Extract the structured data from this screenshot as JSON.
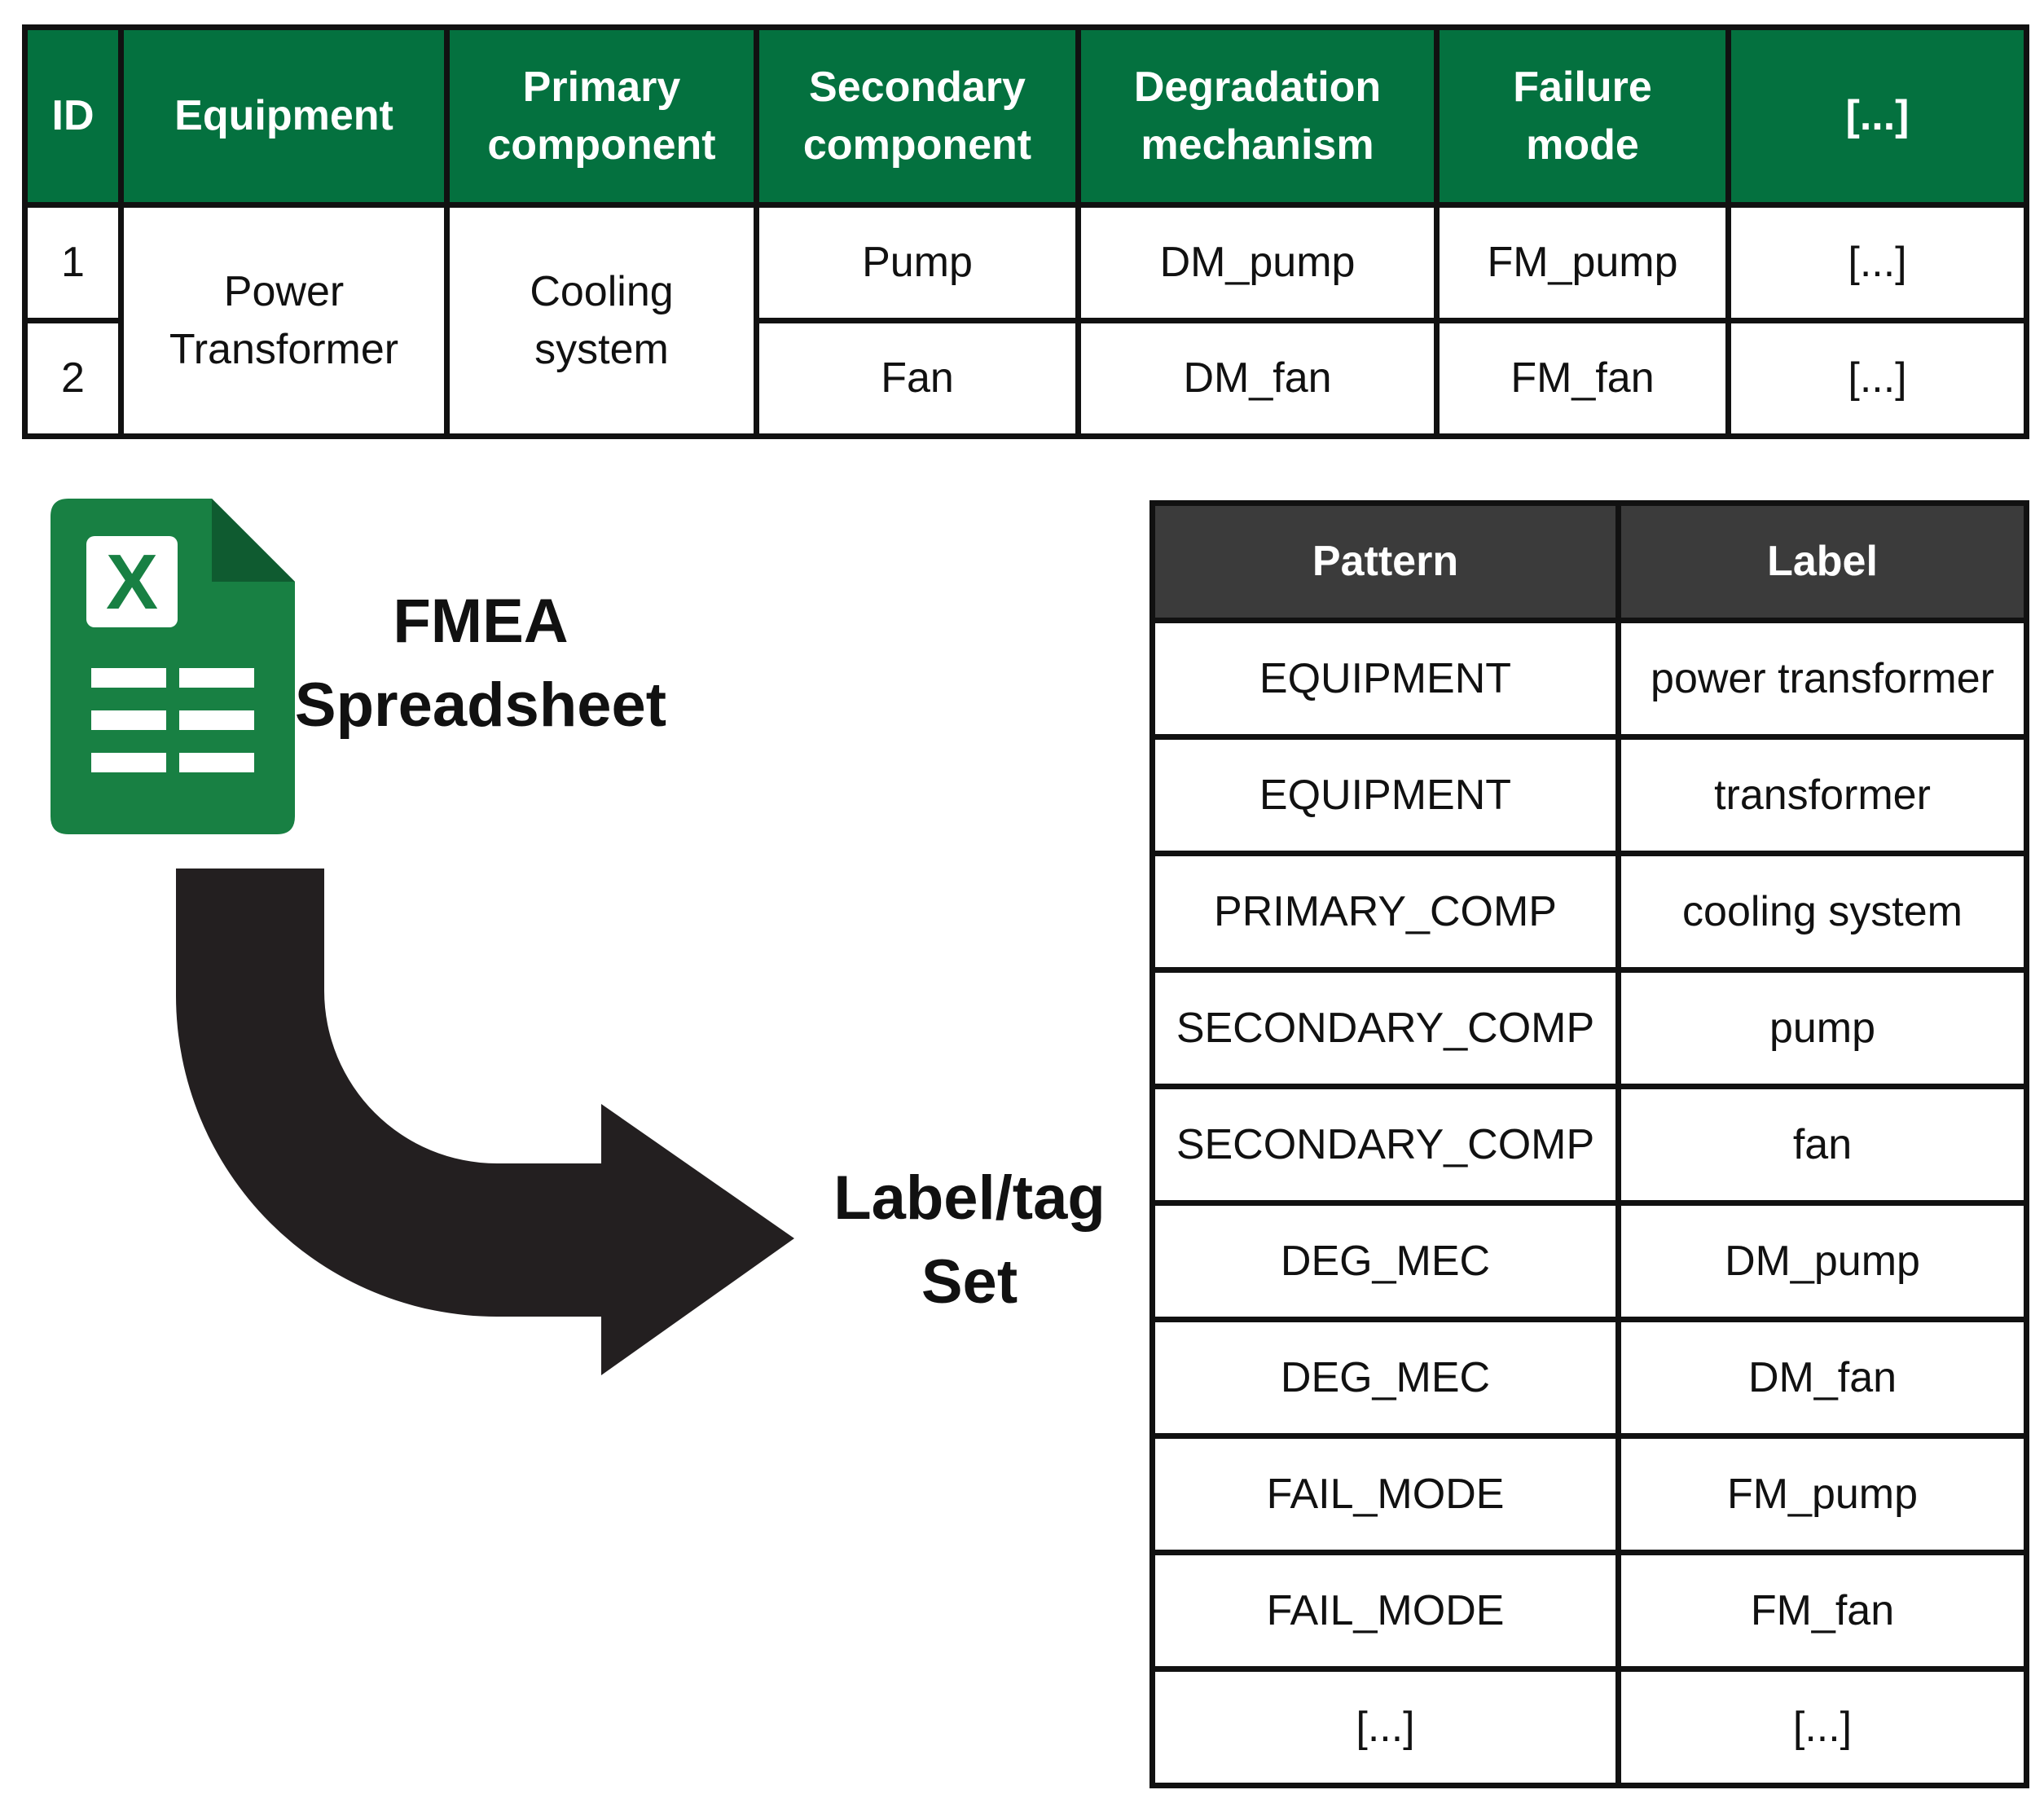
{
  "fmea_table": {
    "headers": [
      [
        "ID"
      ],
      [
        "Equipment"
      ],
      [
        "Primary",
        "component"
      ],
      [
        "Secondary",
        "component"
      ],
      [
        "Degradation",
        "mechanism"
      ],
      [
        "Failure",
        "mode"
      ],
      [
        "[...]"
      ]
    ],
    "rows": [
      {
        "id": "1",
        "equipment": [
          "Power",
          "Transformer"
        ],
        "primary_component": [
          "Cooling",
          "system"
        ],
        "secondary_component": "Pump",
        "degradation_mechanism": "DM_pump",
        "failure_mode": "FM_pump",
        "more": "[...]"
      },
      {
        "id": "2",
        "secondary_component": "Fan",
        "degradation_mechanism": "DM_fan",
        "failure_mode": "FM_fan",
        "more": "[...]"
      }
    ]
  },
  "fmea_caption": [
    "FMEA",
    "Spreadsheet"
  ],
  "excel_icon_letter": "X",
  "tag_caption": [
    "Label/tag",
    "Set"
  ],
  "tag_table": {
    "headers": [
      "Pattern",
      "Label"
    ],
    "rows": [
      {
        "pattern": "EQUIPMENT",
        "label": "power transformer"
      },
      {
        "pattern": "EQUIPMENT",
        "label": "transformer"
      },
      {
        "pattern": "PRIMARY_COMP",
        "label": "cooling system"
      },
      {
        "pattern": "SECONDARY_COMP",
        "label": "pump"
      },
      {
        "pattern": "SECONDARY_COMP",
        "label": "fan"
      },
      {
        "pattern": "DEG_MEC",
        "label": "DM_pump"
      },
      {
        "pattern": "DEG_MEC",
        "label": "DM_fan"
      },
      {
        "pattern": "FAIL_MODE",
        "label": "FM_pump"
      },
      {
        "pattern": "FAIL_MODE",
        "label": "FM_fan"
      },
      {
        "pattern": "[...]",
        "label": "[...]"
      }
    ]
  },
  "colors": {
    "fmea_header": "#04713f",
    "excel_body": "#188043",
    "excel_fold": "#0f5b30",
    "tag_header": "#3b3b3b",
    "arrow": "#231f20"
  },
  "icons": {
    "spreadsheet": "excel-spreadsheet-icon",
    "flow": "curved-arrow-icon"
  }
}
